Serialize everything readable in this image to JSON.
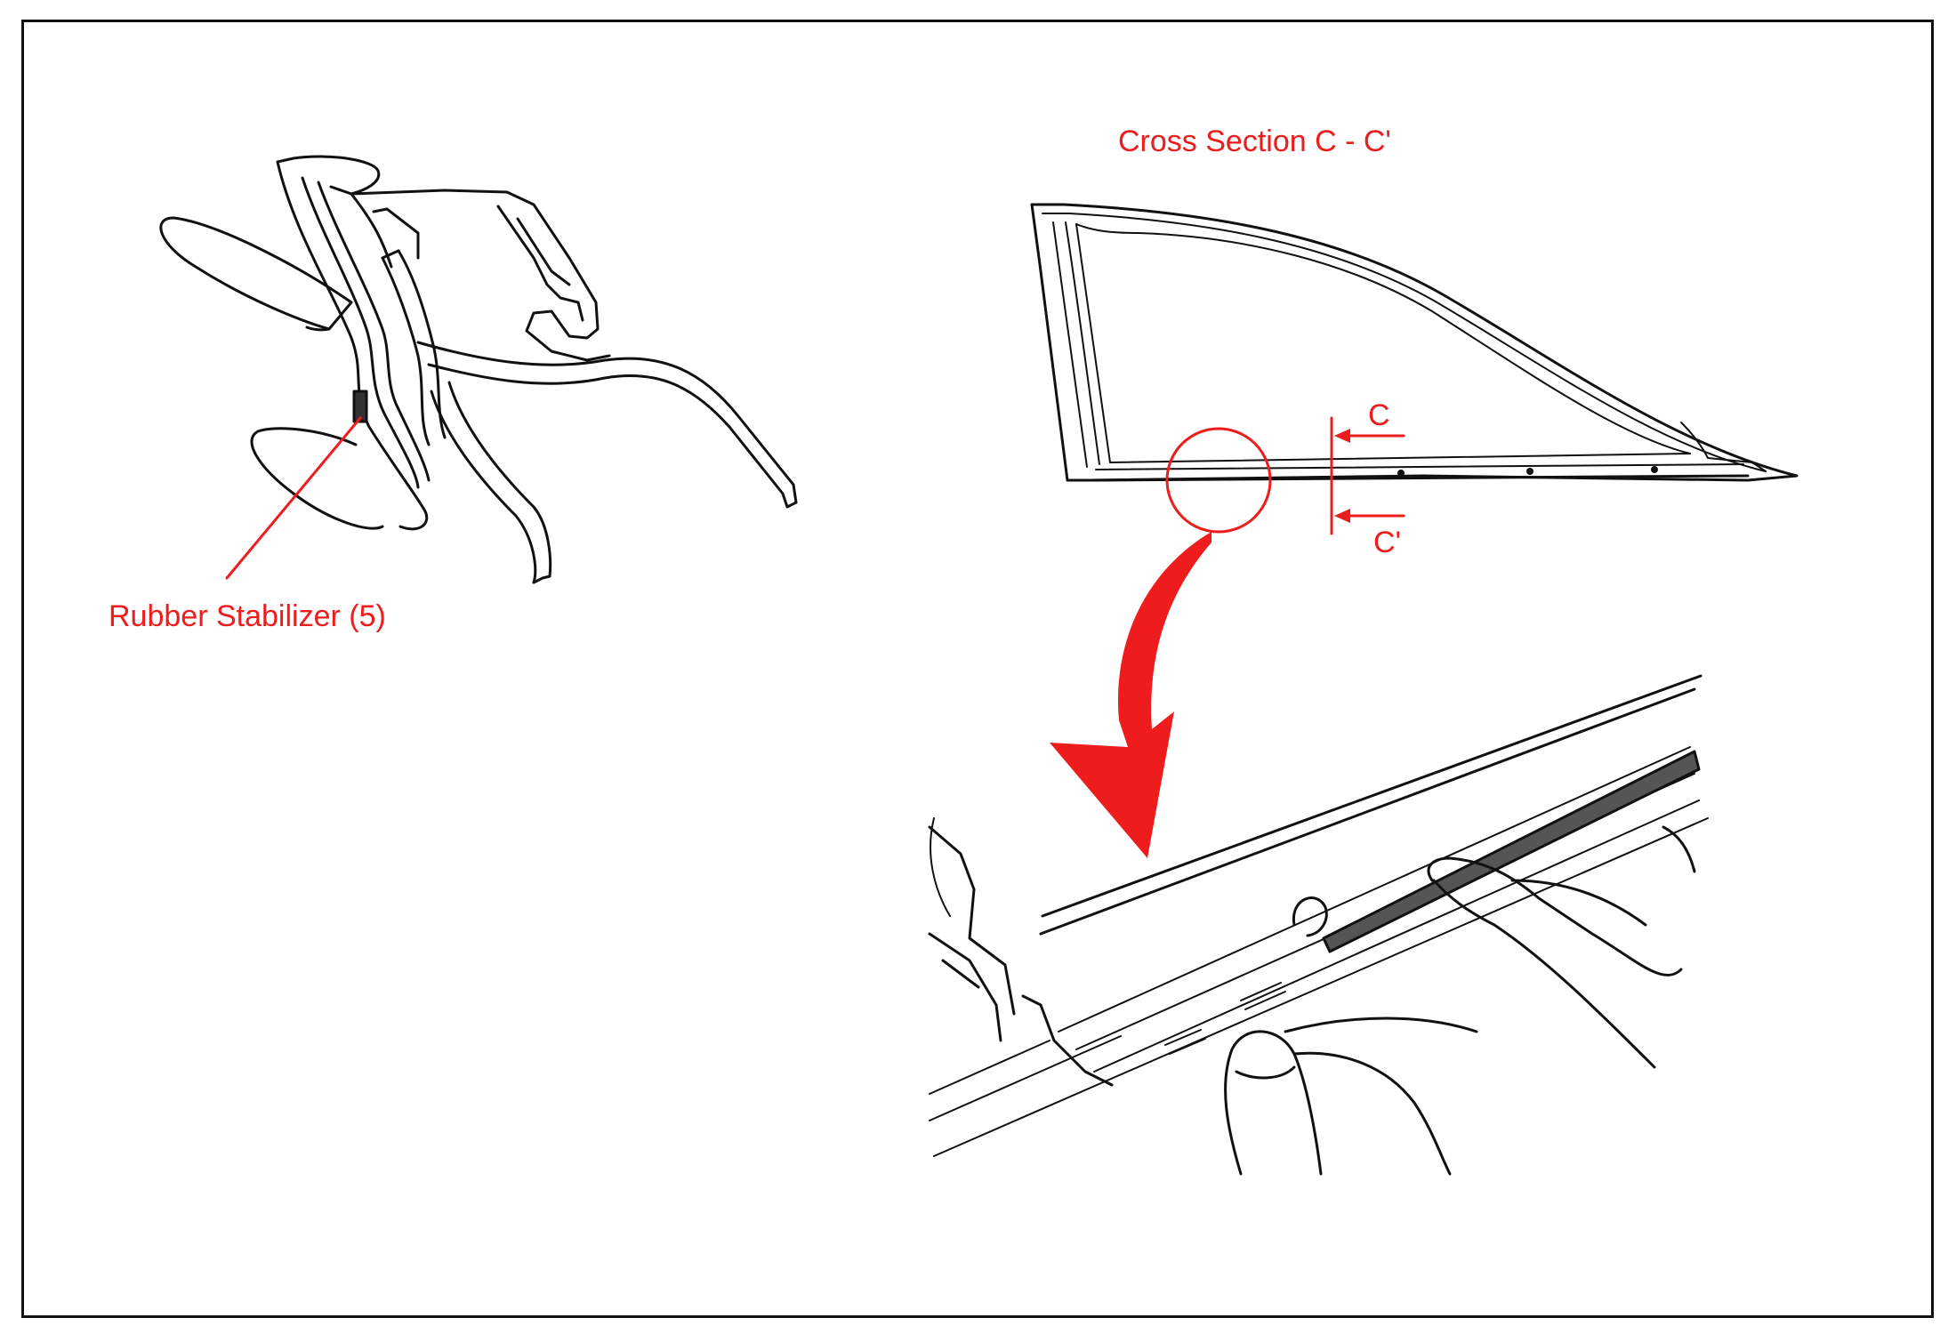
{
  "labels": {
    "rubber_stabilizer": "Rubber Stabilizer  (5)",
    "cross_section": "Cross Section C - C'",
    "section_c": "C",
    "section_c_prime": "C'"
  },
  "colors": {
    "callout": "#ee1c1c",
    "line": "#111111",
    "strip": "#555555"
  }
}
